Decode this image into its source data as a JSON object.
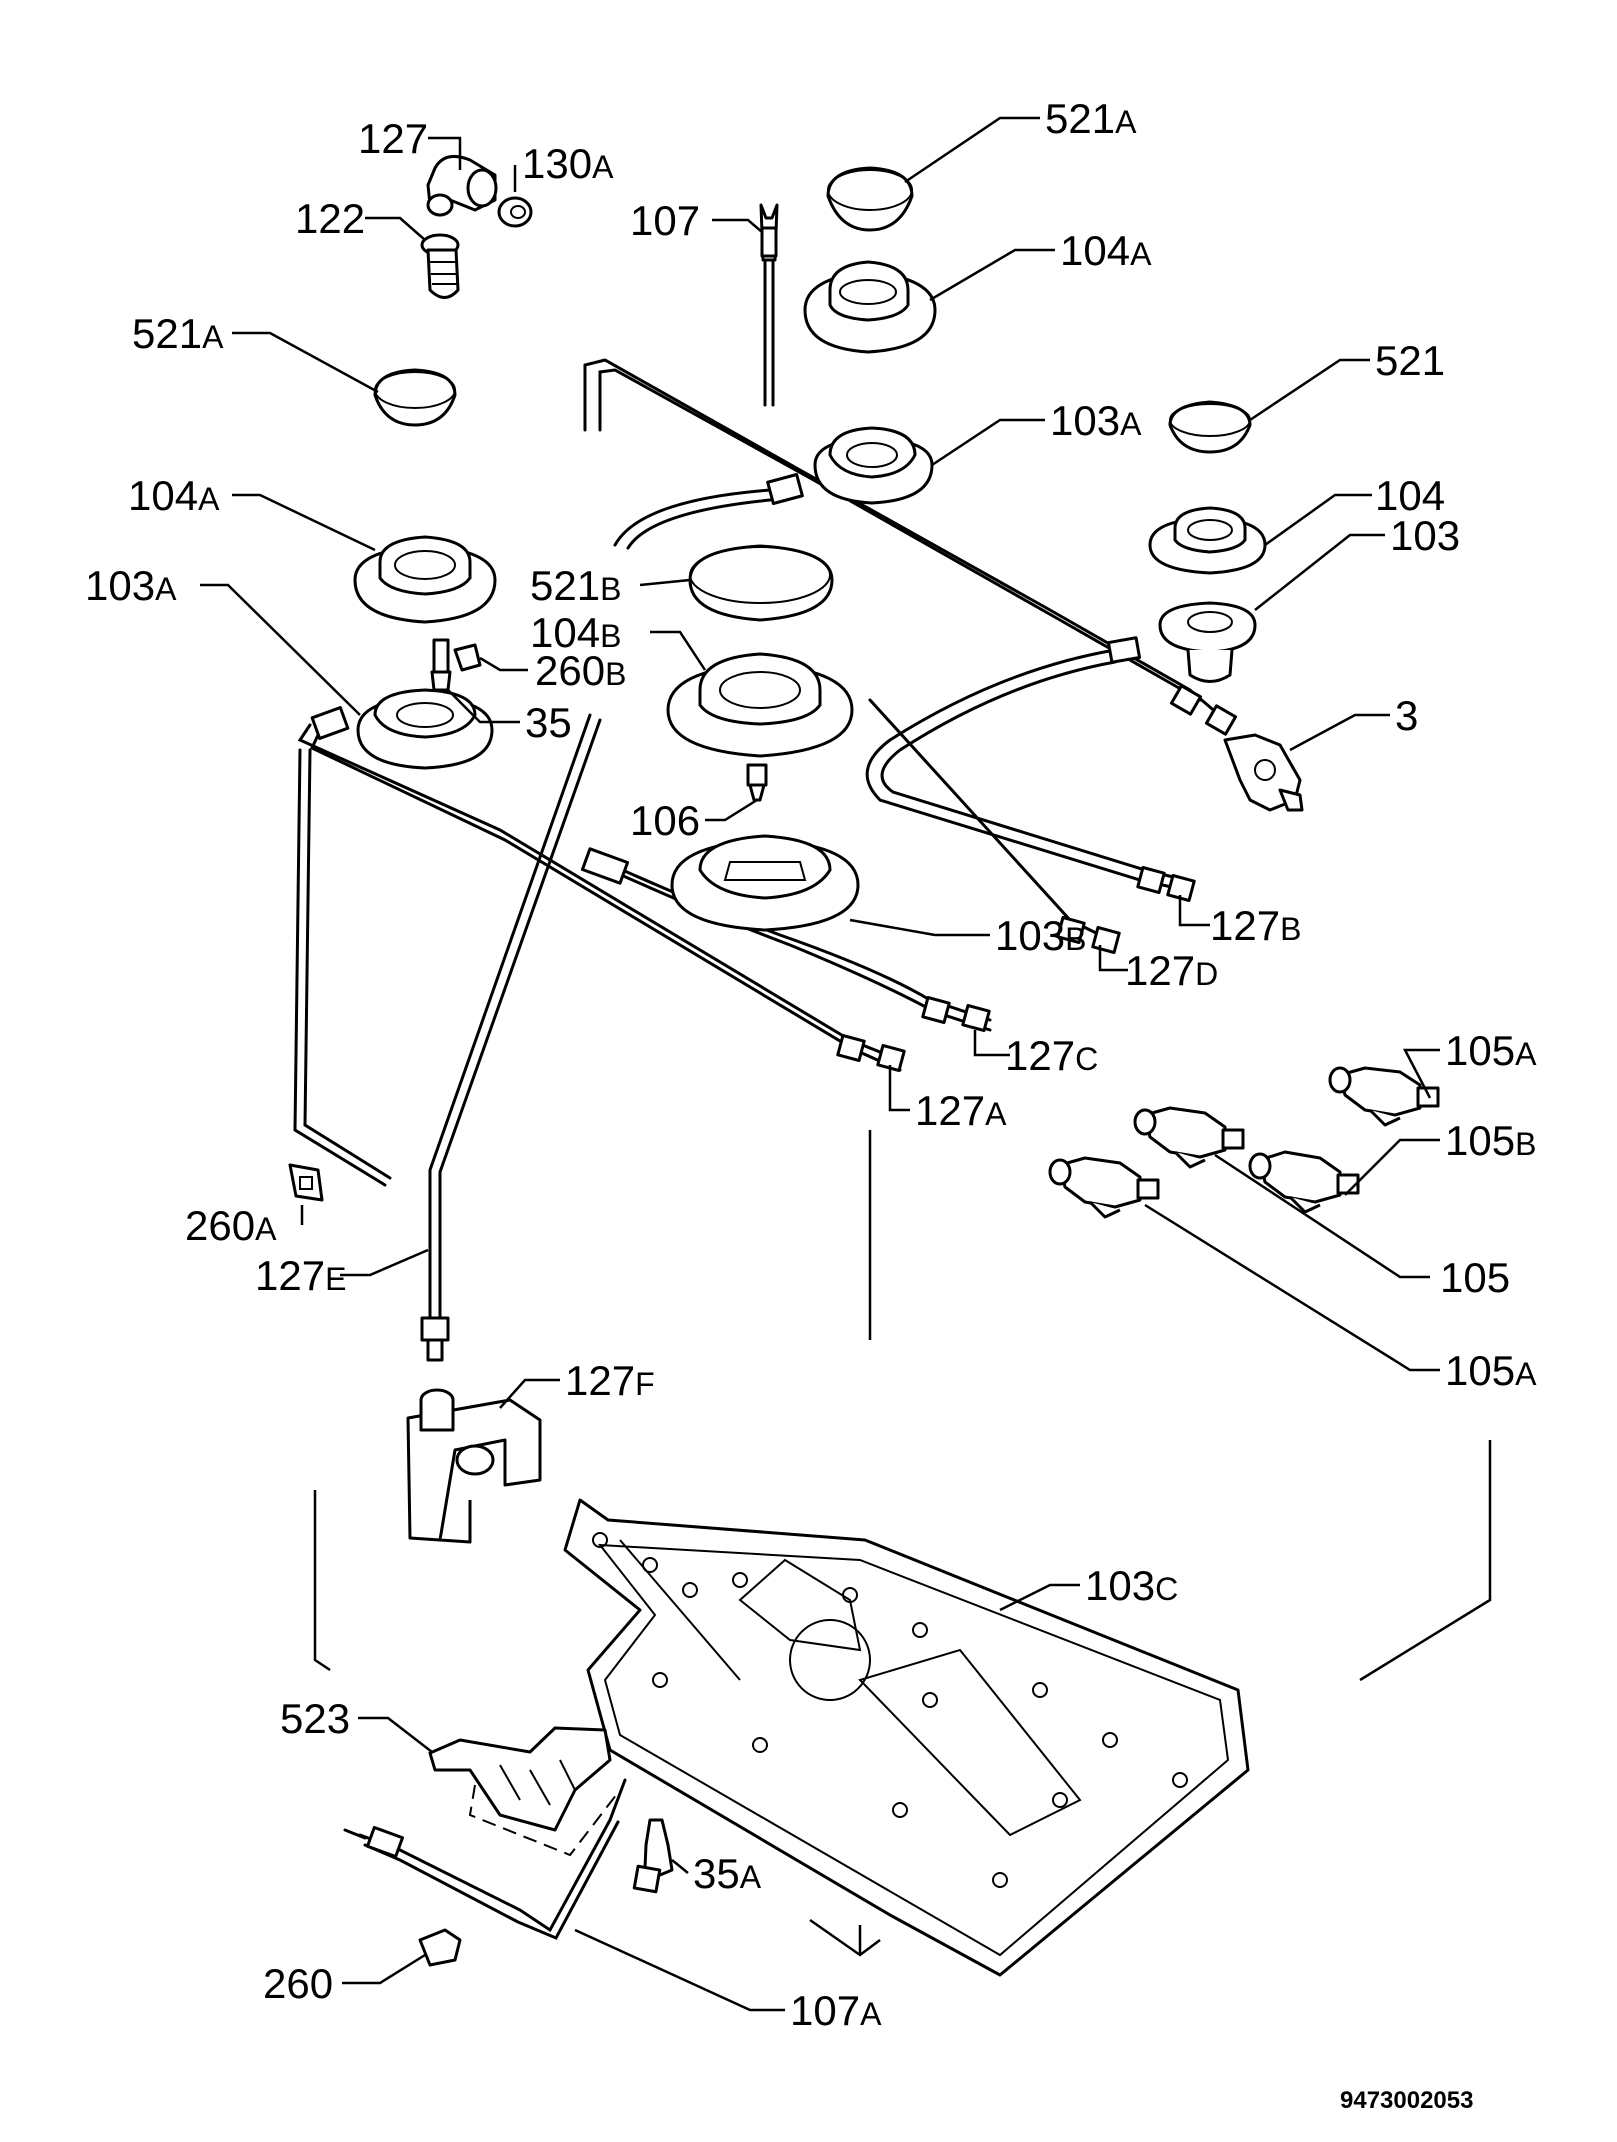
{
  "drawing_number": "9473002053",
  "labels": {
    "l_127": {
      "n": "127",
      "s": ""
    },
    "l_130A": {
      "n": "130",
      "s": "A"
    },
    "l_122": {
      "n": "122",
      "s": ""
    },
    "l_107": {
      "n": "107",
      "s": ""
    },
    "l_521A_top": {
      "n": "521",
      "s": "A"
    },
    "l_104A_top": {
      "n": "104",
      "s": "A"
    },
    "l_521A_left": {
      "n": "521",
      "s": "A"
    },
    "l_521": {
      "n": "521",
      "s": ""
    },
    "l_103A_top": {
      "n": "103",
      "s": "A"
    },
    "l_104A_left": {
      "n": "104",
      "s": "A"
    },
    "l_104": {
      "n": "104",
      "s": ""
    },
    "l_103": {
      "n": "103",
      "s": ""
    },
    "l_521B": {
      "n": "521",
      "s": "B"
    },
    "l_103A_left": {
      "n": "103",
      "s": "A"
    },
    "l_104B": {
      "n": "104",
      "s": "B"
    },
    "l_260B": {
      "n": "260",
      "s": "B"
    },
    "l_35": {
      "n": "35",
      "s": ""
    },
    "l_3": {
      "n": "3",
      "s": ""
    },
    "l_106": {
      "n": "106",
      "s": ""
    },
    "l_127B": {
      "n": "127",
      "s": "B"
    },
    "l_103B": {
      "n": "103",
      "s": "B"
    },
    "l_127D": {
      "n": "127",
      "s": "D"
    },
    "l_127C": {
      "n": "127",
      "s": "C"
    },
    "l_105A_1": {
      "n": "105",
      "s": "A"
    },
    "l_127A": {
      "n": "127",
      "s": "A"
    },
    "l_105B": {
      "n": "105",
      "s": "B"
    },
    "l_260A": {
      "n": "260",
      "s": "A"
    },
    "l_127E": {
      "n": "127",
      "s": "E"
    },
    "l_105": {
      "n": "105",
      "s": ""
    },
    "l_105A_2": {
      "n": "105",
      "s": "A"
    },
    "l_127F": {
      "n": "127",
      "s": "F"
    },
    "l_103C": {
      "n": "103",
      "s": "C"
    },
    "l_523": {
      "n": "523",
      "s": ""
    },
    "l_35A": {
      "n": "35",
      "s": "A"
    },
    "l_260": {
      "n": "260",
      "s": ""
    },
    "l_107A": {
      "n": "107",
      "s": "A"
    }
  }
}
